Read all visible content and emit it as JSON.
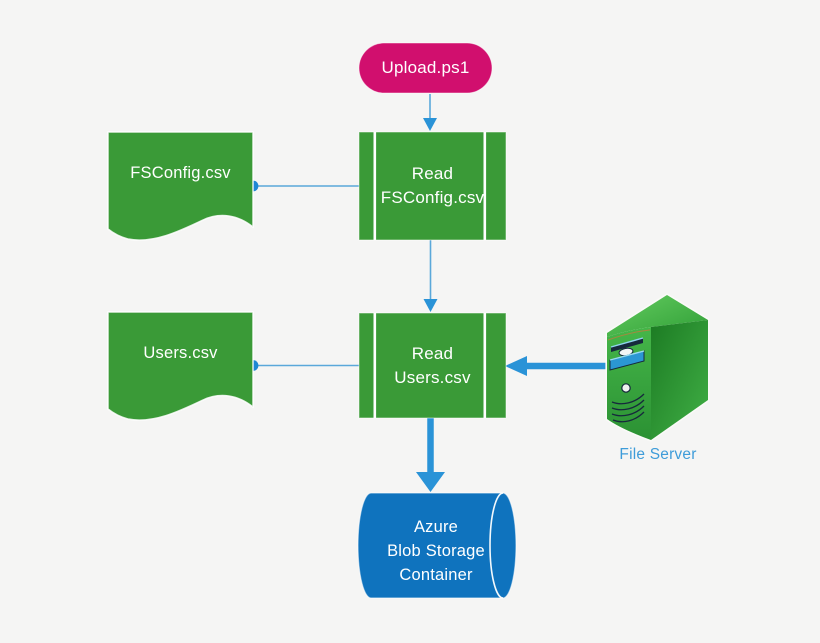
{
  "diagram": {
    "background_color": "#f5f5f4",
    "nodes": {
      "upload_script": {
        "type": "terminator",
        "label": "Upload.ps1",
        "fill": "#d10f6e",
        "text_color": "#ffffff"
      },
      "fsconfig_document": {
        "type": "document",
        "label": "FSConfig.csv",
        "fill": "#3a9a37",
        "text_color": "#ffffff"
      },
      "read_fsconfig_process": {
        "type": "predefined-process",
        "label_lines": [
          "Read",
          "FSConfig.csv"
        ],
        "fill": "#3a9a37",
        "text_color": "#ffffff"
      },
      "users_document": {
        "type": "document",
        "label": "Users.csv",
        "fill": "#3a9a37",
        "text_color": "#ffffff"
      },
      "read_users_process": {
        "type": "predefined-process",
        "label_lines": [
          "Read",
          "Users.csv"
        ],
        "fill": "#3a9a37",
        "text_color": "#ffffff"
      },
      "file_server": {
        "type": "server",
        "icon": "server-tower-icon",
        "icon_color": "#3aa23f",
        "label": "File Server",
        "label_color": "#3e9cd9"
      },
      "azure_blob_storage": {
        "type": "direct-access-storage",
        "label_lines": [
          "Azure",
          "Blob Storage",
          "Container"
        ],
        "fill": "#0f73be",
        "text_color": "#ffffff"
      }
    },
    "connectors": {
      "line_color": "#5aa8da",
      "arrow_color": "#2a93d7",
      "dot_color": "#1e87d3",
      "edges": [
        {
          "from": "upload_script",
          "to": "read_fsconfig_process",
          "style": "thin-arrow"
        },
        {
          "from": "fsconfig_document",
          "to": "read_fsconfig_process",
          "style": "line-with-dot"
        },
        {
          "from": "read_fsconfig_process",
          "to": "read_users_process",
          "style": "thin-arrow"
        },
        {
          "from": "users_document",
          "to": "read_users_process",
          "style": "line-with-dot"
        },
        {
          "from": "file_server",
          "to": "read_users_process",
          "style": "thick-arrow"
        },
        {
          "from": "read_users_process",
          "to": "azure_blob_storage",
          "style": "thick-arrow"
        }
      ]
    }
  }
}
